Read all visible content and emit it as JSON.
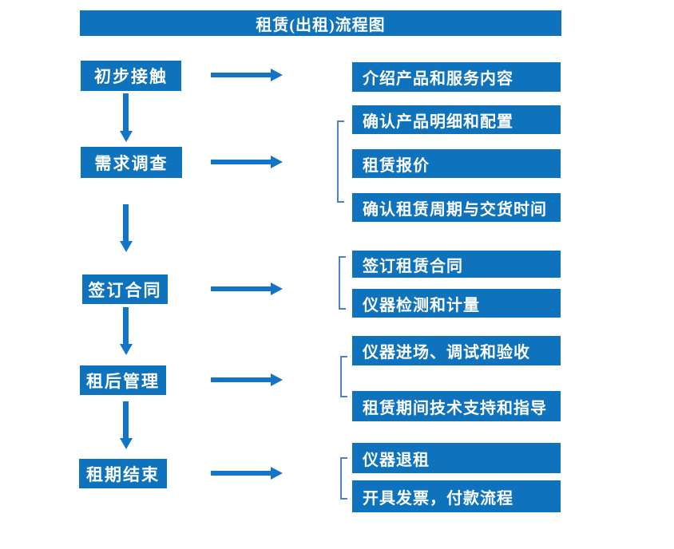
{
  "title": "租赁(出租)流程图",
  "flow": [
    {
      "step": "初步接触",
      "details": [
        "介绍产品和服务内容"
      ]
    },
    {
      "step": "需求调查",
      "details": [
        "确认产品明细和配置",
        "租赁报价",
        "确认租赁周期与交货时间"
      ]
    },
    {
      "step": "签订合同",
      "details": [
        "签订租赁合同",
        "仪器检测和计量"
      ]
    },
    {
      "step": "租后管理",
      "details": [
        "仪器进场、调试和验收",
        "租赁期间技术支持和指导"
      ]
    },
    {
      "step": "租期结束",
      "details": [
        "仪器退租",
        "开具发票，付款流程"
      ]
    }
  ],
  "colors": {
    "box_blue": "#0E72BC",
    "arrow_blue": "#1475C6",
    "bracket_blue": "#4F80C0",
    "text_white": "#FFFFFF",
    "background": "#FFFFFF"
  }
}
